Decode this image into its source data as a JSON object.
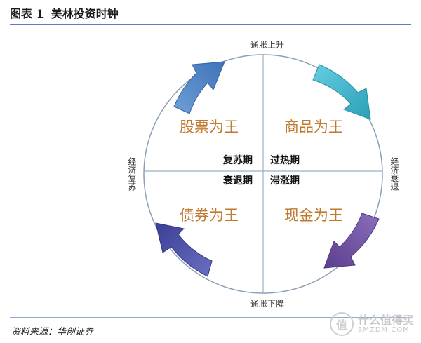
{
  "header": {
    "figure_no": "图表 1",
    "title": "美林投资时钟"
  },
  "axes": {
    "top": "通胀上升",
    "bottom": "通胀下降",
    "left": "经济复苏",
    "right": "经济衰退"
  },
  "quadrants": {
    "top_left": "股票为王",
    "top_right": "商品为王",
    "bottom_left": "债券为王",
    "bottom_right": "现金为王"
  },
  "phases": {
    "top_left": "复苏期",
    "top_right": "过热期",
    "bottom_left": "衰退期",
    "bottom_right": "滞涨期"
  },
  "source": "资料来源：华创证券",
  "watermark": {
    "badge": "值",
    "cn": "什么值得买",
    "en": "SMZDM.COM"
  },
  "colors": {
    "header_rule": "#5a7fbf",
    "arrow_top_left": "#4f86c6",
    "arrow_top_right": "#3fb3c9",
    "arrow_bottom_right": "#7b5ea7",
    "arrow_bottom_left": "#4f56a8",
    "quadrant_text": "#c07a2e"
  }
}
